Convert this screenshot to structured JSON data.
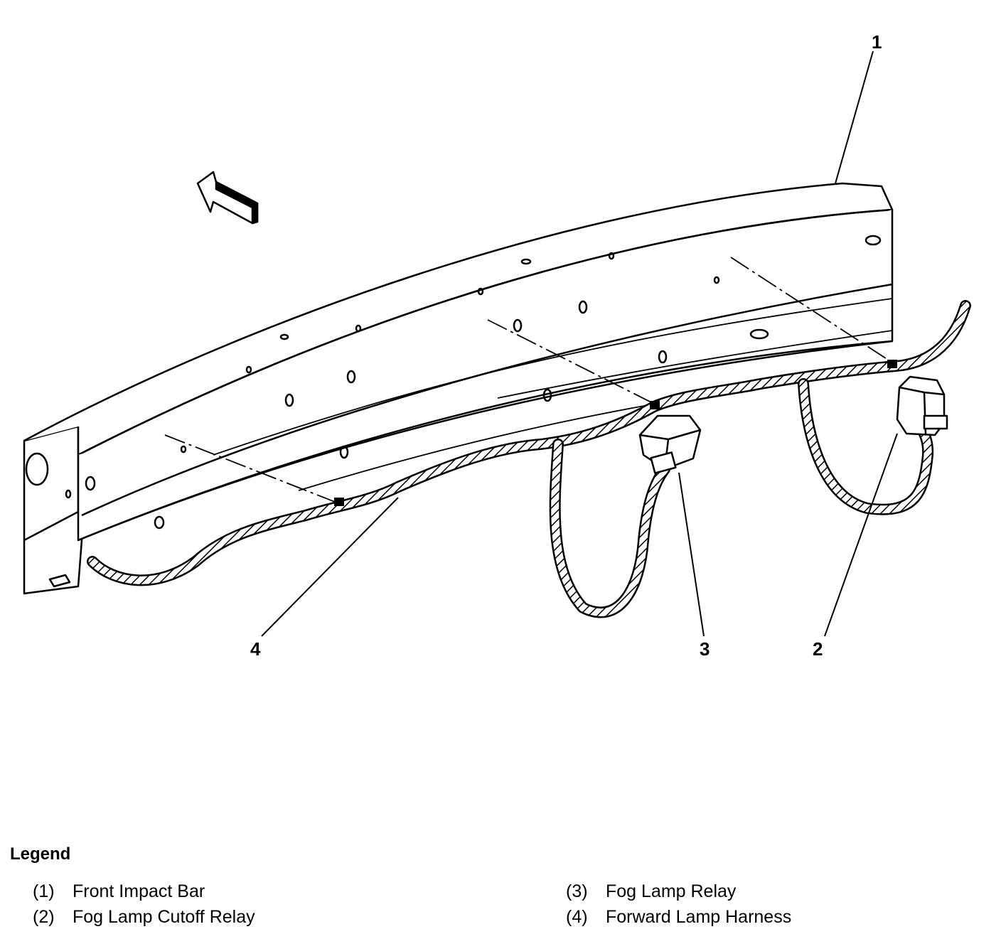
{
  "callouts": {
    "c1": "1",
    "c2": "2",
    "c3": "3",
    "c4": "4"
  },
  "legend": {
    "title": "Legend",
    "items": [
      {
        "num": "(1)",
        "label": "Front Impact Bar"
      },
      {
        "num": "(2)",
        "label": "Fog Lamp Cutoff Relay"
      },
      {
        "num": "(3)",
        "label": "Fog Lamp Relay"
      },
      {
        "num": "(4)",
        "label": "Forward Lamp Harness"
      }
    ]
  },
  "icons": {
    "direction_arrow": "forward-direction-arrow-icon"
  }
}
